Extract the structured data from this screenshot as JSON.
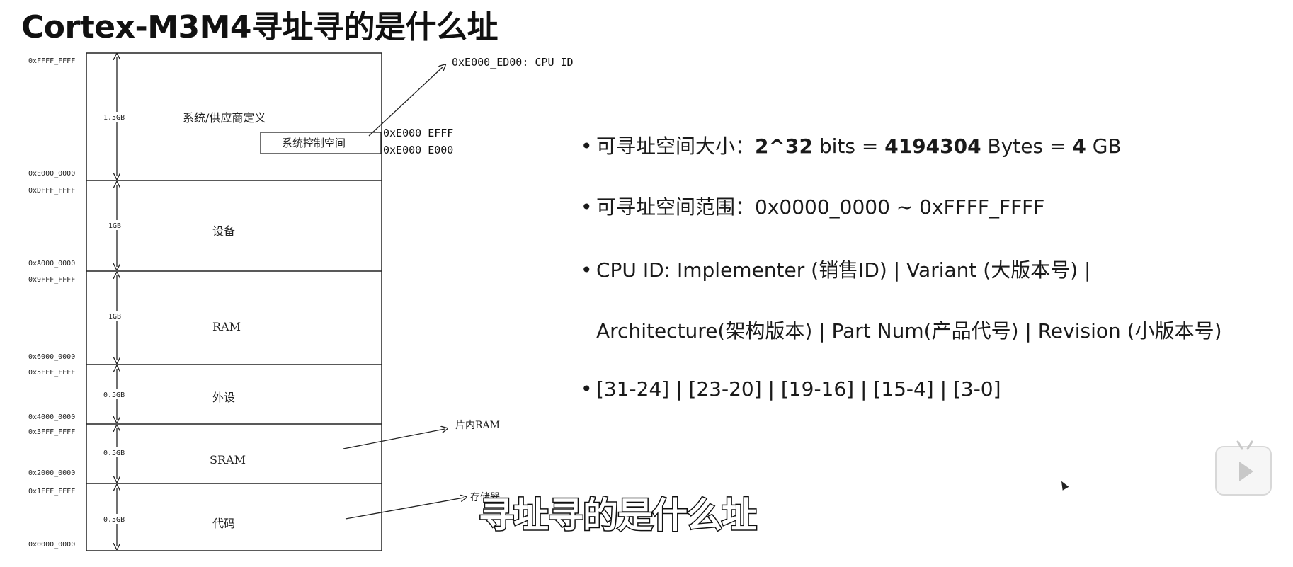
{
  "title": "Cortex-M3M4寻址寻的是什么址",
  "memory_map": {
    "regions": [
      {
        "top_addr": "0xFFFF_FFFF",
        "bottom_addr": "0xE000_0000",
        "size": "1.5GB",
        "label": "系统/供应商定义"
      },
      {
        "top_addr": "0xDFFF_FFFF",
        "bottom_addr": "0xA000_0000",
        "size": "1GB",
        "label": "设备"
      },
      {
        "top_addr": "0x9FFF_FFFF",
        "bottom_addr": "0x6000_0000",
        "size": "1GB",
        "label": "RAM"
      },
      {
        "top_addr": "0x5FFF_FFFF",
        "bottom_addr": "0x4000_0000",
        "size": "0.5GB",
        "label": "外设"
      },
      {
        "top_addr": "0x3FFF_FFFF",
        "bottom_addr": "0x2000_0000",
        "size": "0.5GB",
        "label": "SRAM"
      },
      {
        "top_addr": "0x1FFF_FFFF",
        "bottom_addr": "0x0000_0000",
        "size": "0.5GB",
        "label": "代码"
      }
    ],
    "scs_box_label": "系统控制空间",
    "scs_end_addr": "0xE000_EFFF",
    "scs_start_addr": "0xE000_E000",
    "cpuid_callout": "0xE000_ED00: CPU ID",
    "sram_note": "片内RAM",
    "code_note": "存储器"
  },
  "bullets": {
    "b1_prefix": "可寻址空间大小：",
    "b1_bits": "2^32",
    "b1_mid1": " bits = ",
    "b1_bytes": "4194304",
    "b1_mid2": " Bytes = ",
    "b1_gb": "4",
    "b1_suffix": " GB",
    "b2": "可寻址空间范围：0x0000_0000 ~ 0xFFFF_FFFF",
    "b3": "CPU ID: Implementer (销售ID) | Variant (大版本号) |",
    "b3_cont": "Architecture(架构版本) | Part Num(产品代号) | Revision (小版本号)",
    "b4": "[31-24] | [23-20] | [19-16] | [15-4] | [3-0]",
    "dot": "•"
  },
  "subtitle": "寻址寻的是什么址"
}
